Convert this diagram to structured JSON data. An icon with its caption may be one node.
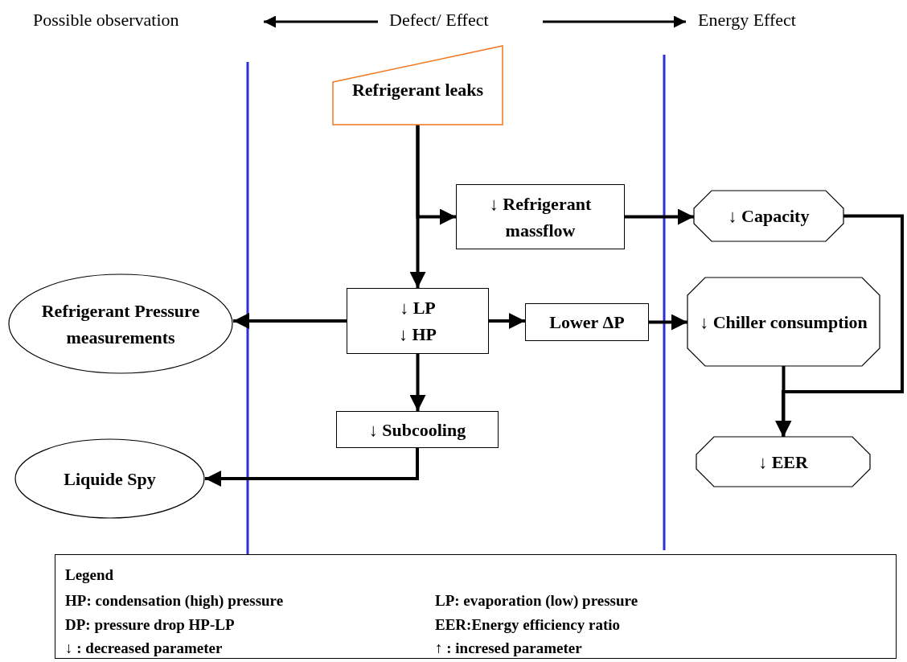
{
  "diagram": {
    "nodes": [
      {
        "text": [
          "Refrigerant leaks"
        ]
      },
      {
        "text": [
          "↓ Refrigerant massflow"
        ]
      },
      {
        "text": [
          "↓ Capacity"
        ]
      },
      {
        "text": [
          "Refrigerant Pressure measurements"
        ]
      },
      {
        "text": [
          "↓ LP",
          "↓ HP"
        ]
      },
      {
        "text": [
          "Lower ΔP"
        ]
      },
      {
        "text": [
          "↓ Chiller consumption"
        ]
      },
      {
        "text": [
          "↓ Subcooling"
        ]
      },
      {
        "text": [
          "Liquide Spy"
        ]
      },
      {
        "text": [
          "↓ EER"
        ]
      }
    ],
    "edges": [
      {
        "from": 0,
        "to": 1,
        "arrow": "to"
      },
      {
        "from": 0,
        "to": 4,
        "arrow": "to"
      },
      {
        "from": 1,
        "to": 2,
        "arrow": "to"
      },
      {
        "from": 4,
        "to": 3,
        "arrow": "to"
      },
      {
        "from": 4,
        "to": 5,
        "arrow": "to"
      },
      {
        "from": 5,
        "to": 6,
        "arrow": "to"
      },
      {
        "from": 4,
        "to": 7,
        "arrow": "to"
      },
      {
        "from": 7,
        "to": 8,
        "arrow": "to"
      },
      {
        "from": 6,
        "to": 9,
        "arrow": "to"
      },
      {
        "from": 2,
        "to": 9,
        "arrow": "to"
      }
    ],
    "labels": [
      "Possible observation",
      "Defect/ Effect",
      "Energy Effect",
      "Legend",
      "HP: condensation (high) pressure",
      "LP: evaporation (low) pressure",
      "DP: pressure drop HP-LP",
      "EER:Energy efficiency ratio",
      "↓ : decreased parameter",
      "↑ : incresed parameter"
    ]
  }
}
